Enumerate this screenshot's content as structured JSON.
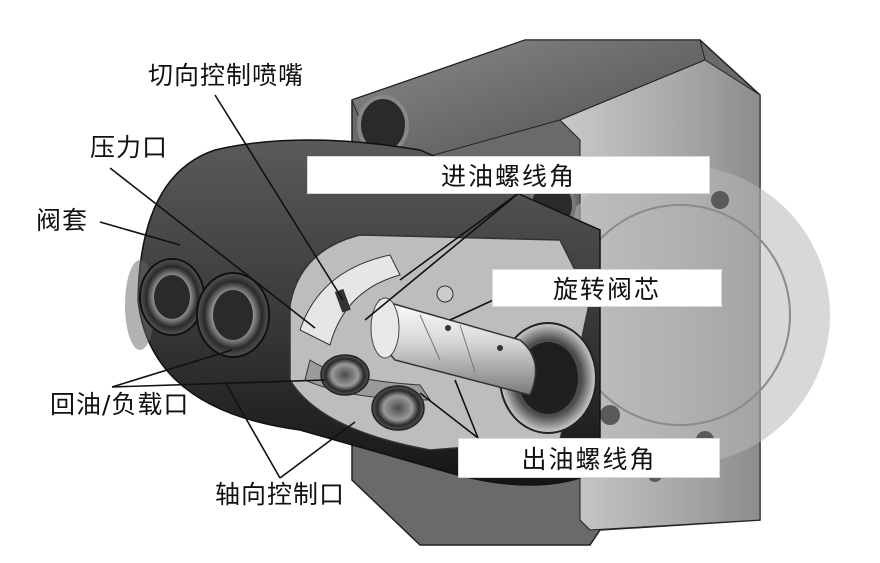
{
  "labels": {
    "tangential_nozzle": "切向控制喷嘴",
    "pressure_port": "压力口",
    "valve_sleeve": "阀套",
    "return_load_port": "回油/负载口",
    "axial_control_port": "轴向控制口",
    "inlet_helix_angle": "进油螺线角",
    "rotary_spool": "旋转阀芯",
    "outlet_helix_angle": "出油螺线角"
  },
  "colors": {
    "body_dark": "#3a3a3a",
    "body_mid": "#6e6e6e",
    "metal_light": "#d9d9d9",
    "leader": "#111111"
  }
}
